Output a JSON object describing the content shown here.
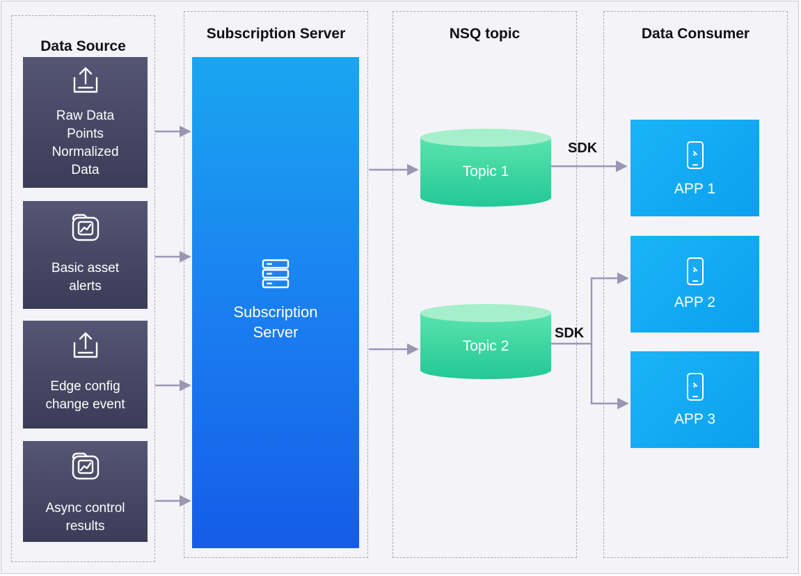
{
  "lanes": {
    "data_source": "Data Source",
    "subscription_server": "Subscription Server",
    "nsq_topic": "NSQ topic",
    "data_consumer": "Data Consumer"
  },
  "sources": [
    {
      "label": "Raw Data\nPoints\nNormalized\nData",
      "icon": "upload-tray-icon"
    },
    {
      "label": "Basic asset\nalerts",
      "icon": "chart-folder-icon"
    },
    {
      "label": "Edge config\nchange event",
      "icon": "upload-tray-icon"
    },
    {
      "label": "Async control\nresults",
      "icon": "chart-folder-icon"
    }
  ],
  "server": {
    "label": "Subscription\nServer",
    "icon": "server-stack-icon"
  },
  "topics": [
    {
      "label": "Topic 1"
    },
    {
      "label": "Topic 2"
    }
  ],
  "sdk_labels": [
    "SDK",
    "SDK"
  ],
  "apps": [
    {
      "label": "APP 1",
      "icon": "smartphone-icon"
    },
    {
      "label": "APP 2",
      "icon": "smartphone-icon"
    },
    {
      "label": "APP 3",
      "icon": "smartphone-icon"
    }
  ],
  "colors": {
    "background": "#f4f3f8",
    "source_card": "#45455f",
    "server_gradient_top": "#1aa6f0",
    "server_gradient_bottom": "#155ce8",
    "topic_green": "#2dd39a",
    "app_blue": "#0ea6f2",
    "arrow": "#9a97b2"
  }
}
